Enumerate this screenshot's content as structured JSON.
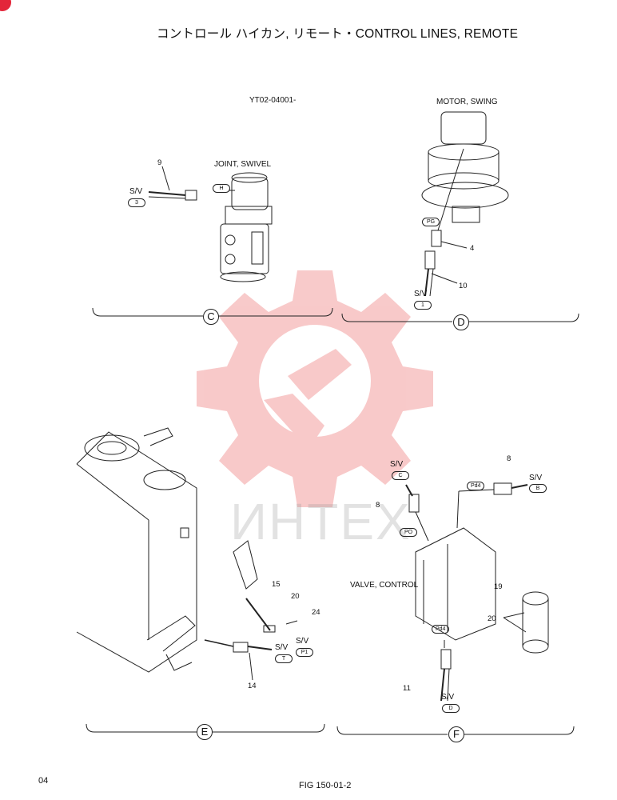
{
  "header": {
    "title": "コントロール ハイカン, リモート・CONTROL LINES, REMOTE"
  },
  "serial": "YT02-04001-",
  "components": {
    "swivel_joint": "JOINT, SWIVEL",
    "swing_motor": "MOTOR, SWING",
    "control_valve": "VALVE, CONTROL"
  },
  "sv_text": "S/V",
  "views": {
    "c": "C",
    "d": "D",
    "e": "E",
    "f": "F"
  },
  "ports": {
    "c_sv": "3",
    "c_h": "H",
    "d_pg": "PG",
    "d_sv": "1",
    "e_sv_p1": "P1",
    "e_sv_t": "T",
    "f_sv_c": "C",
    "f_pd4_top": "Pd4",
    "f_sv_b": "B",
    "f_po": "PO",
    "f_pd4_low": "Pd4",
    "f_sv_d": "D"
  },
  "callouts": {
    "c9": "9",
    "d4": "4",
    "d10": "10",
    "e15": "15",
    "e20": "20",
    "e24": "24",
    "e14": "14",
    "f8a": "8",
    "f8b": "8",
    "f19": "19",
    "f20": "20",
    "f11": "11"
  },
  "watermark": "ИНТЕХ",
  "footer": {
    "page": "04",
    "figure": "FIG 150-01-2"
  },
  "colors": {
    "watermark_gear": "#f08a8a",
    "watermark_text": "#9a9a9a",
    "corner_badge": "#e3263a"
  }
}
